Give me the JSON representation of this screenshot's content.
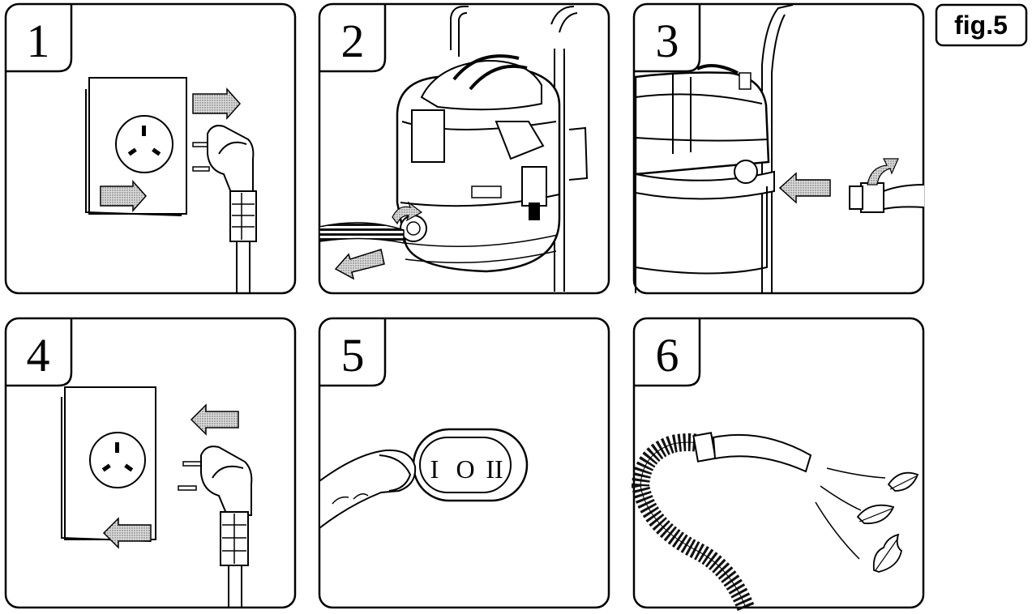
{
  "figure_label": "fig.5",
  "panels": [
    {
      "number": "1"
    },
    {
      "number": "2"
    },
    {
      "number": "3"
    },
    {
      "number": "4"
    },
    {
      "number": "5"
    },
    {
      "number": "6"
    }
  ],
  "switch_symbols": {
    "off": "I",
    "mid": "O",
    "on": "II"
  },
  "colors": {
    "line": "#000000",
    "arrow_fill": "#c8c8c8",
    "background": "#ffffff"
  }
}
